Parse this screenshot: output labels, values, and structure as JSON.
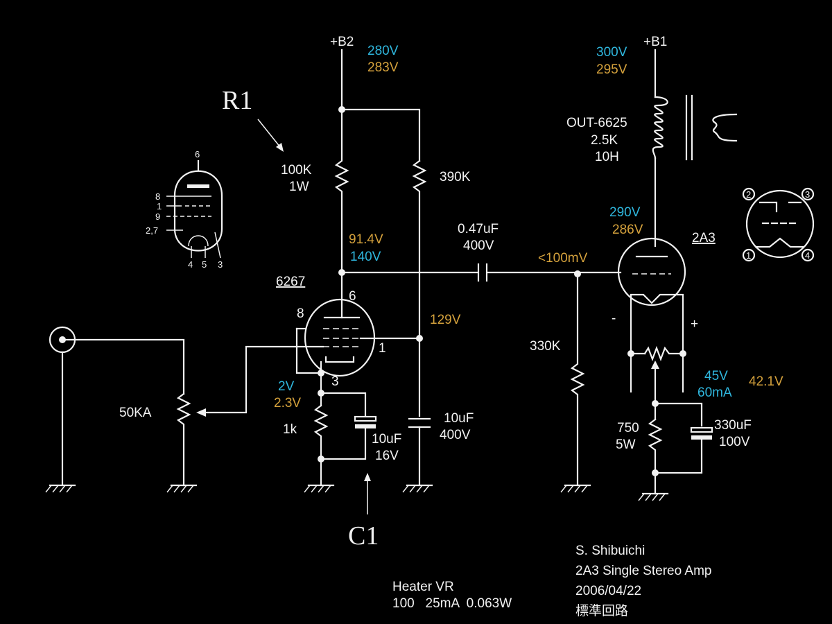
{
  "colors": {
    "background": "#000000",
    "wire": "#f2f2f2",
    "measured_a": "#2fb6dd",
    "measured_b": "#d4a13c"
  },
  "labels": {
    "b2": "+B2",
    "b2_v1": "280V",
    "b2_v2": "283V",
    "b1": "+B1",
    "b1_v1": "300V",
    "b1_v2": "295V",
    "r1": "R1",
    "c1": "C1",
    "r_plate_1": "100K",
    "r_plate_2": "1W",
    "r_screen": "390K",
    "plate_v1": "91.4V",
    "plate_v2": "140V",
    "screen_v": "129V",
    "cap_couple_1": "0.47uF",
    "cap_couple_2": "400V",
    "signal": "<100mV",
    "tube1": "6267",
    "tube1_pin_plate": "6",
    "tube1_pin_screen": "8",
    "tube1_pin_grid": "1",
    "tube1_pin_cathode": "3",
    "cath_v1": "2V",
    "cath_v2": "2.3V",
    "r_cath": "1k",
    "cap_cath_1": "10uF",
    "cap_cath_2": "16V",
    "cap_screen_1": "10uF",
    "cap_screen_2": "400V",
    "pot": "50KA",
    "r_grid2": "330K",
    "transformer_1": "OUT-6625",
    "transformer_2": "2.5K",
    "transformer_3": "10H",
    "plate2_v1": "290V",
    "plate2_v2": "286V",
    "tube2": "2A3",
    "minus": "-",
    "plus": "+",
    "cath2_v1": "45V",
    "cath2_v2": "60mA",
    "cath2_v3": "42.1V",
    "r_cath2_1": "750",
    "r_cath2_2": "5W",
    "cap_cath2_1": "330uF",
    "cap_cath2_2": "100V",
    "heater_1": "Heater VR",
    "heater_2": "100   25mA  0.063W",
    "footer_1": "S. Shibuichi",
    "footer_2": "2A3 Single Stereo Amp",
    "footer_3": "2006/04/22",
    "footer_4": "標準回路",
    "pin_6": "6",
    "pin_8": "8",
    "pin_1": "1",
    "pin_9": "9",
    "pin_27": "2,7",
    "pin_4": "4",
    "pin_5": "5",
    "pin_3": "3",
    "base_1": "1",
    "base_2": "2",
    "base_3": "3",
    "base_4": "4"
  }
}
